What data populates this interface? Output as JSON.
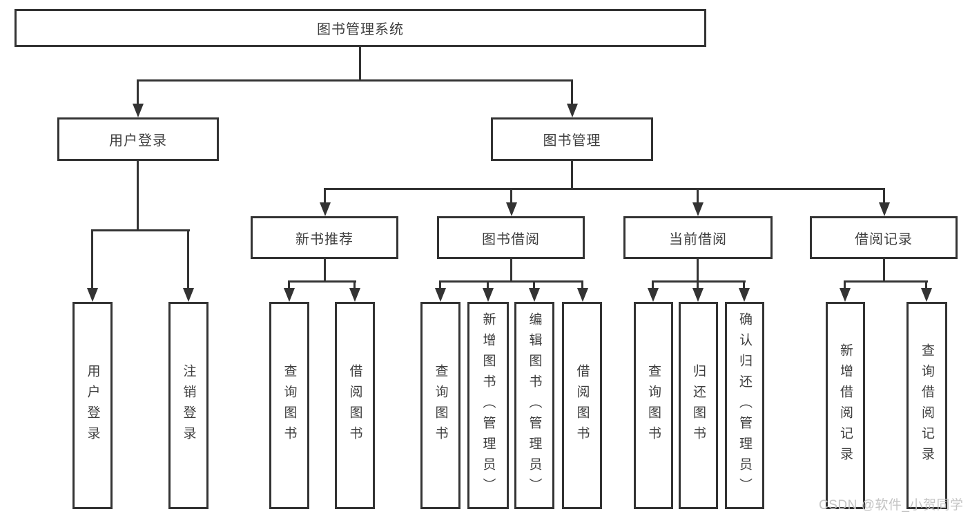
{
  "diagram": {
    "type": "hierarchy-tree",
    "root": "图书管理系统",
    "nodes": {
      "root": "图书管理系统",
      "user_login": "用户登录",
      "book_management": "图书管理",
      "new_book_recommend": "新书推荐",
      "book_borrowing": "图书借阅",
      "current_borrowing": "当前借阅",
      "borrowing_records": "借阅记录",
      "user_login_children": [
        "用户登录",
        "注销登录"
      ],
      "new_book_recommend_children": [
        "查询图书",
        "借阅图书"
      ],
      "book_borrowing_children": [
        "查询图书",
        "新增图书（管理员）",
        "编辑图书（管理员）",
        "借阅图书"
      ],
      "current_borrowing_children": [
        "查询图书",
        "归还图书",
        "确认归还（管理员）"
      ],
      "borrowing_records_children": [
        "新增借阅记录",
        "查询借阅记录"
      ]
    },
    "watermark": "CSDN @软件_小贺同学",
    "colors": {
      "line": "#333333",
      "text": "#3e3e3e",
      "background": "#ffffff",
      "watermark": "#c4c4c4"
    }
  }
}
